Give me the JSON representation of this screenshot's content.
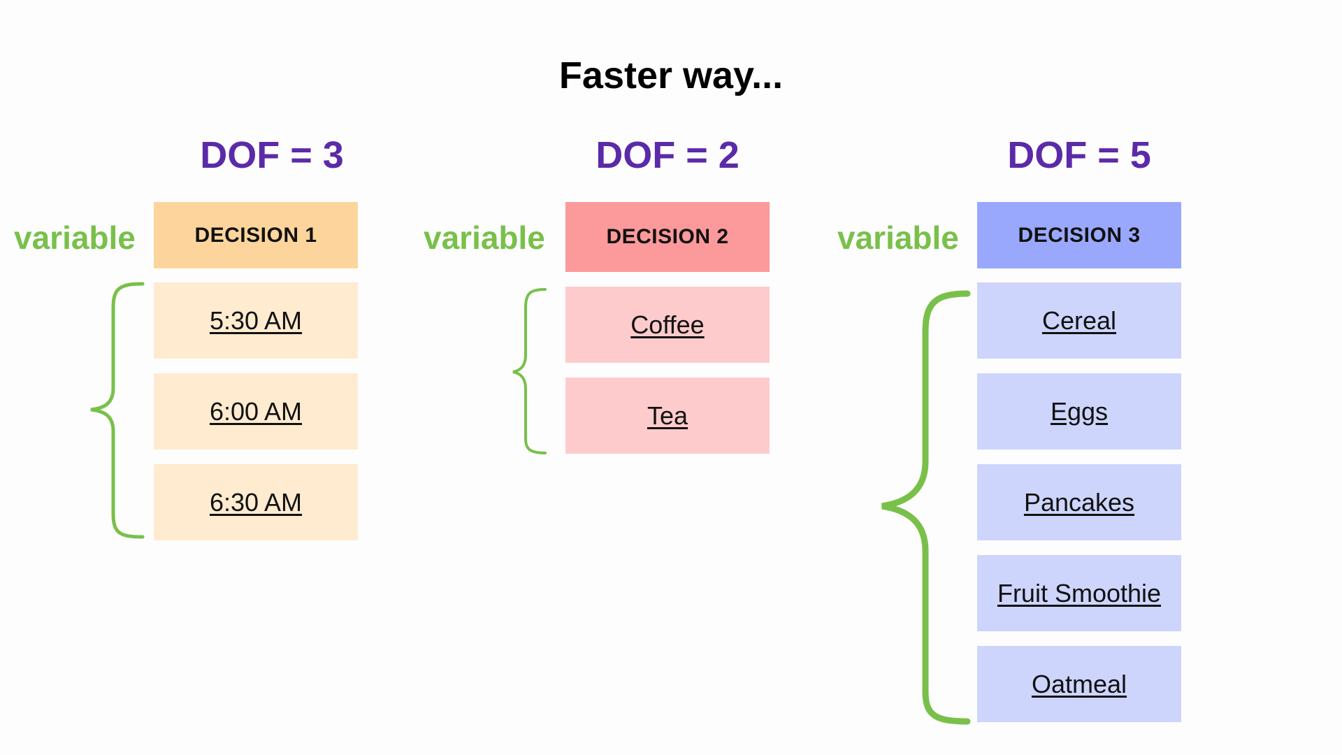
{
  "title": "Faster way...",
  "colors": {
    "dof": "#5b2aa8",
    "variable": "#79c04a",
    "brace": "#79c04a",
    "decision1_header": "#fdd59c",
    "decision1_option": "#ffebcf",
    "decision2_header": "#fc999b",
    "decision2_option": "#fecbcc",
    "decision3_header": "#99a8fd",
    "decision3_option": "#cdd5fd"
  },
  "decisions": [
    {
      "dof_label": "DOF = 3",
      "variable_label": "variable",
      "header": "DECISION 1",
      "options": [
        "5:30 AM",
        "6:00 AM",
        "6:30 AM"
      ]
    },
    {
      "dof_label": "DOF = 2",
      "variable_label": "variable",
      "header": "DECISION 2",
      "options": [
        "Coffee",
        "Tea"
      ]
    },
    {
      "dof_label": "DOF = 5",
      "variable_label": "variable",
      "header": "DECISION 3",
      "options": [
        "Cereal",
        "Eggs",
        "Pancakes",
        "Fruit Smoothie",
        "Oatmeal"
      ]
    }
  ]
}
